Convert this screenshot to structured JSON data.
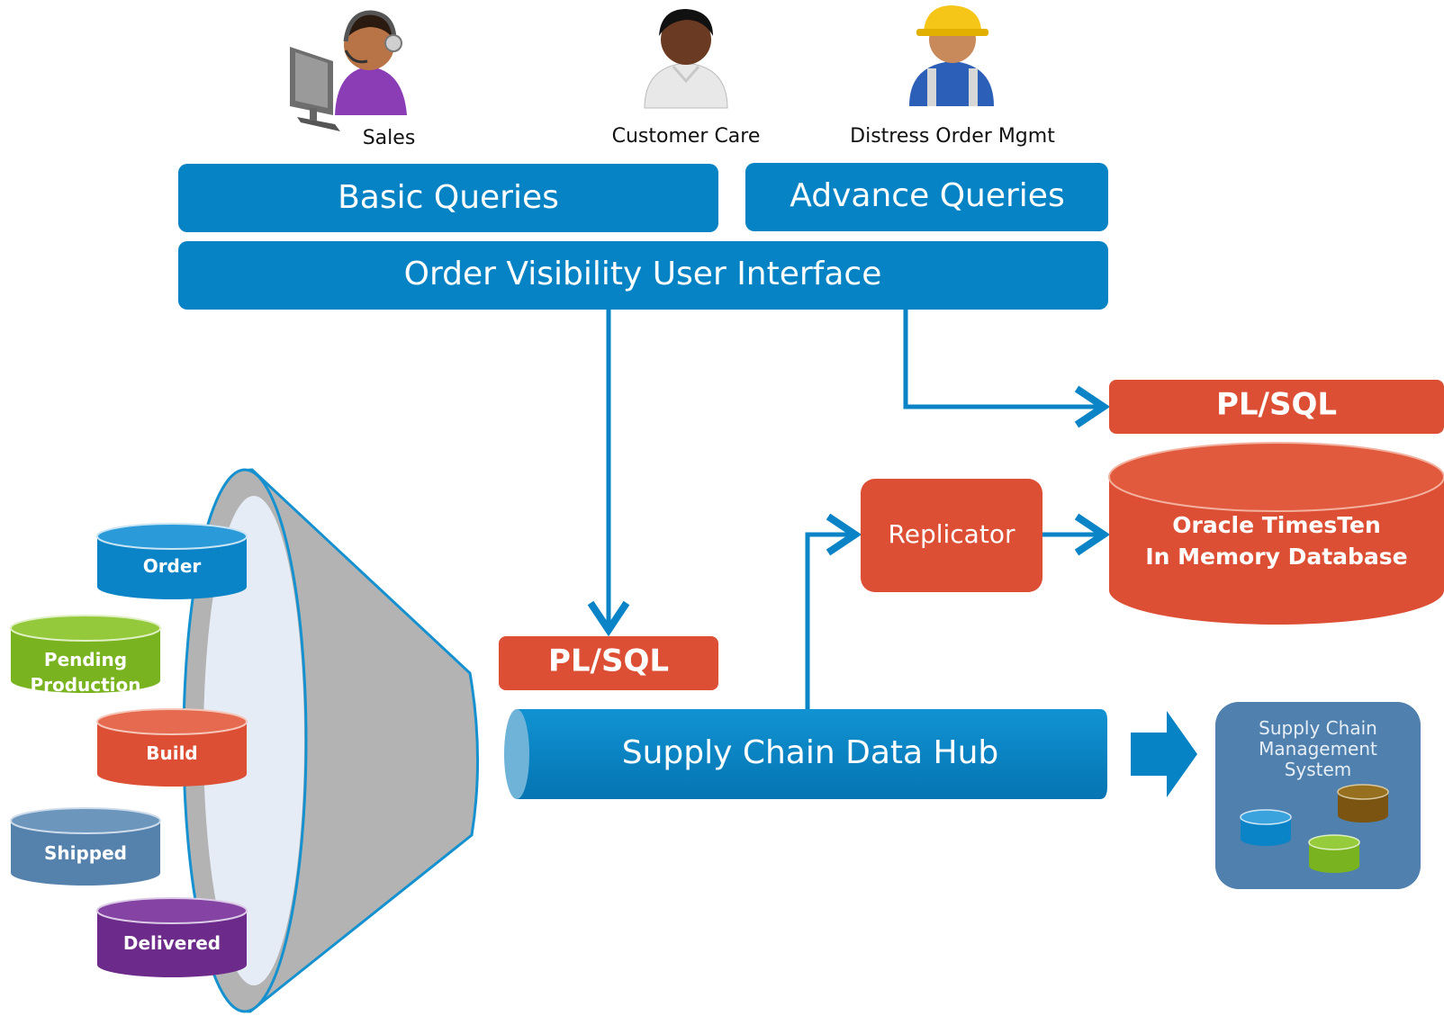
{
  "personas": [
    {
      "label": "Sales",
      "icon": "sales-agent-headset-icon"
    },
    {
      "label": "Customer Care",
      "icon": "customer-care-person-icon"
    },
    {
      "label": "Distress Order Mgmt",
      "icon": "worker-hardhat-icon"
    }
  ],
  "basic_queries": "Basic Queries",
  "advance_queries": "Advance Queries",
  "order_visibility_ui": "Order Visibility User Interface",
  "plsql_top": "PL/SQL",
  "plsql_mid": "PL/SQL",
  "replicator": "Replicator",
  "timesten": {
    "line1": "Oracle TimesTen",
    "line2": "In  Memory Database"
  },
  "data_hub": "Supply Chain Data Hub",
  "scm": {
    "line1": "Supply Chain",
    "line2": "Management",
    "line3": "System"
  },
  "funnel_sources": [
    {
      "label": "Order",
      "color": "#0a84c6"
    },
    {
      "label1": "Pending",
      "label2": "Production",
      "color": "#79b31f"
    },
    {
      "label": "Build",
      "color": "#dd4f34"
    },
    {
      "label": "Shipped",
      "color": "#5582ad"
    },
    {
      "label": "Delivered",
      "color": "#6c2a8a"
    }
  ],
  "colors": {
    "primary_blue": "#0683c4",
    "accent_orange": "#dd4f34",
    "scm_panel": "#5080ad",
    "funnel_gray": "#b0b0b0"
  }
}
